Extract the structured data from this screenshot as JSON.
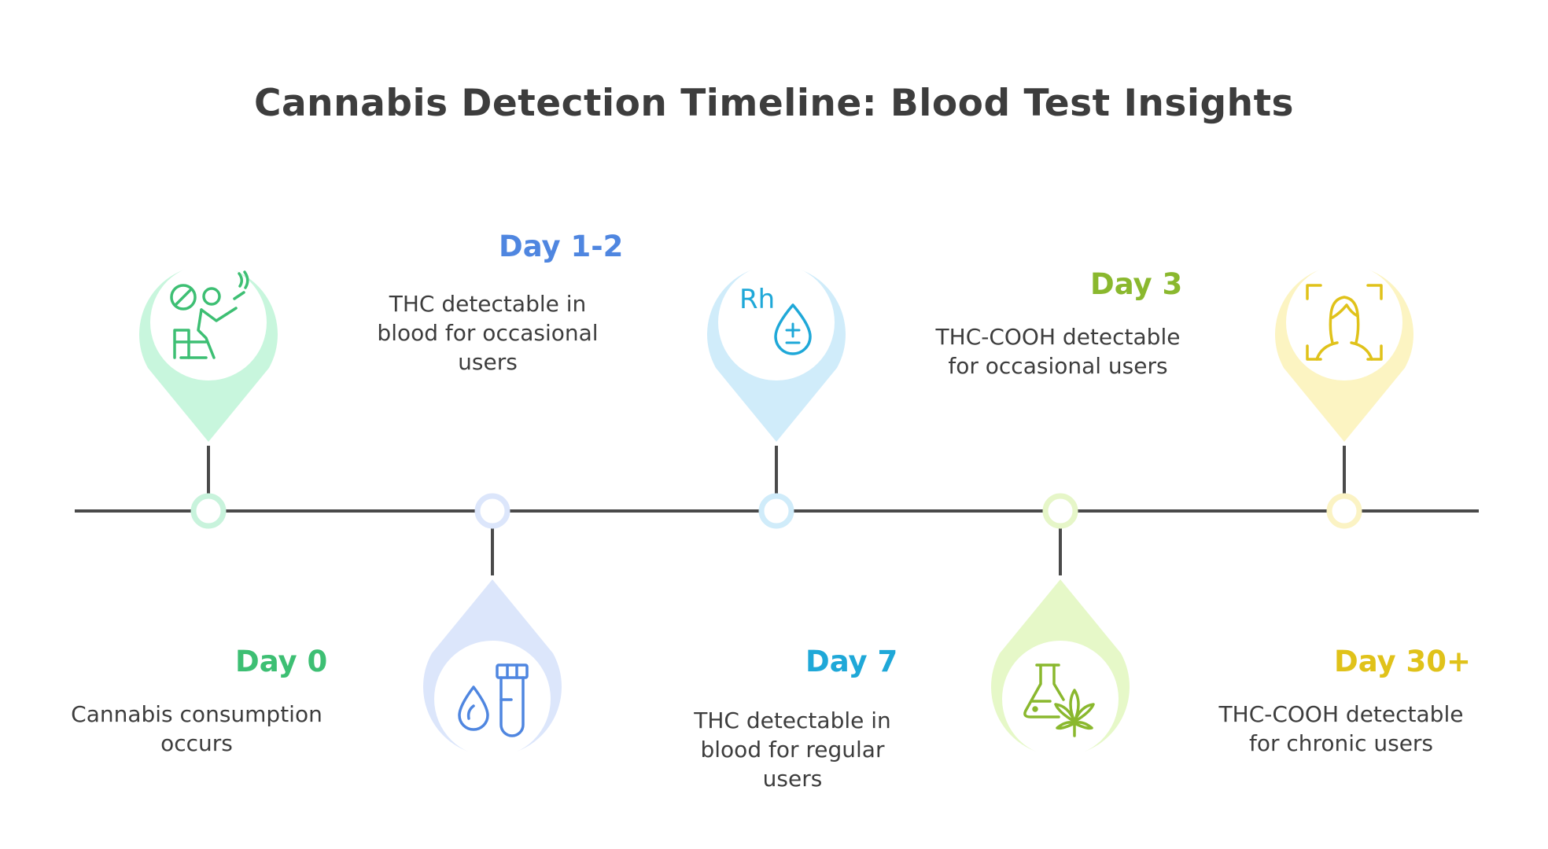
{
  "title": "Cannabis Detection Timeline: Blood Test Insights",
  "steps": [
    {
      "label": "Day 0",
      "description": "Cannabis consumption occurs",
      "icon": "person-smoking-icon",
      "color": "#3dbf73"
    },
    {
      "label": "Day 1-2",
      "description": "THC detectable in blood for occasional users",
      "icon": "blood-test-tube-icon",
      "color": "#4f86e0"
    },
    {
      "label": "Day 7",
      "description": "THC detectable in blood for regular users",
      "icon": "rh-blood-drop-icon",
      "color": "#1fa8d8"
    },
    {
      "label": "Day 3",
      "description": "THC-COOH detectable for occasional users",
      "icon": "lab-flask-cannabis-leaf-icon",
      "color": "#8ab82e"
    },
    {
      "label": "Day 30+",
      "description": "THC-COOH detectable for chronic users",
      "icon": "face-scan-icon",
      "color": "#e0c21a"
    }
  ]
}
